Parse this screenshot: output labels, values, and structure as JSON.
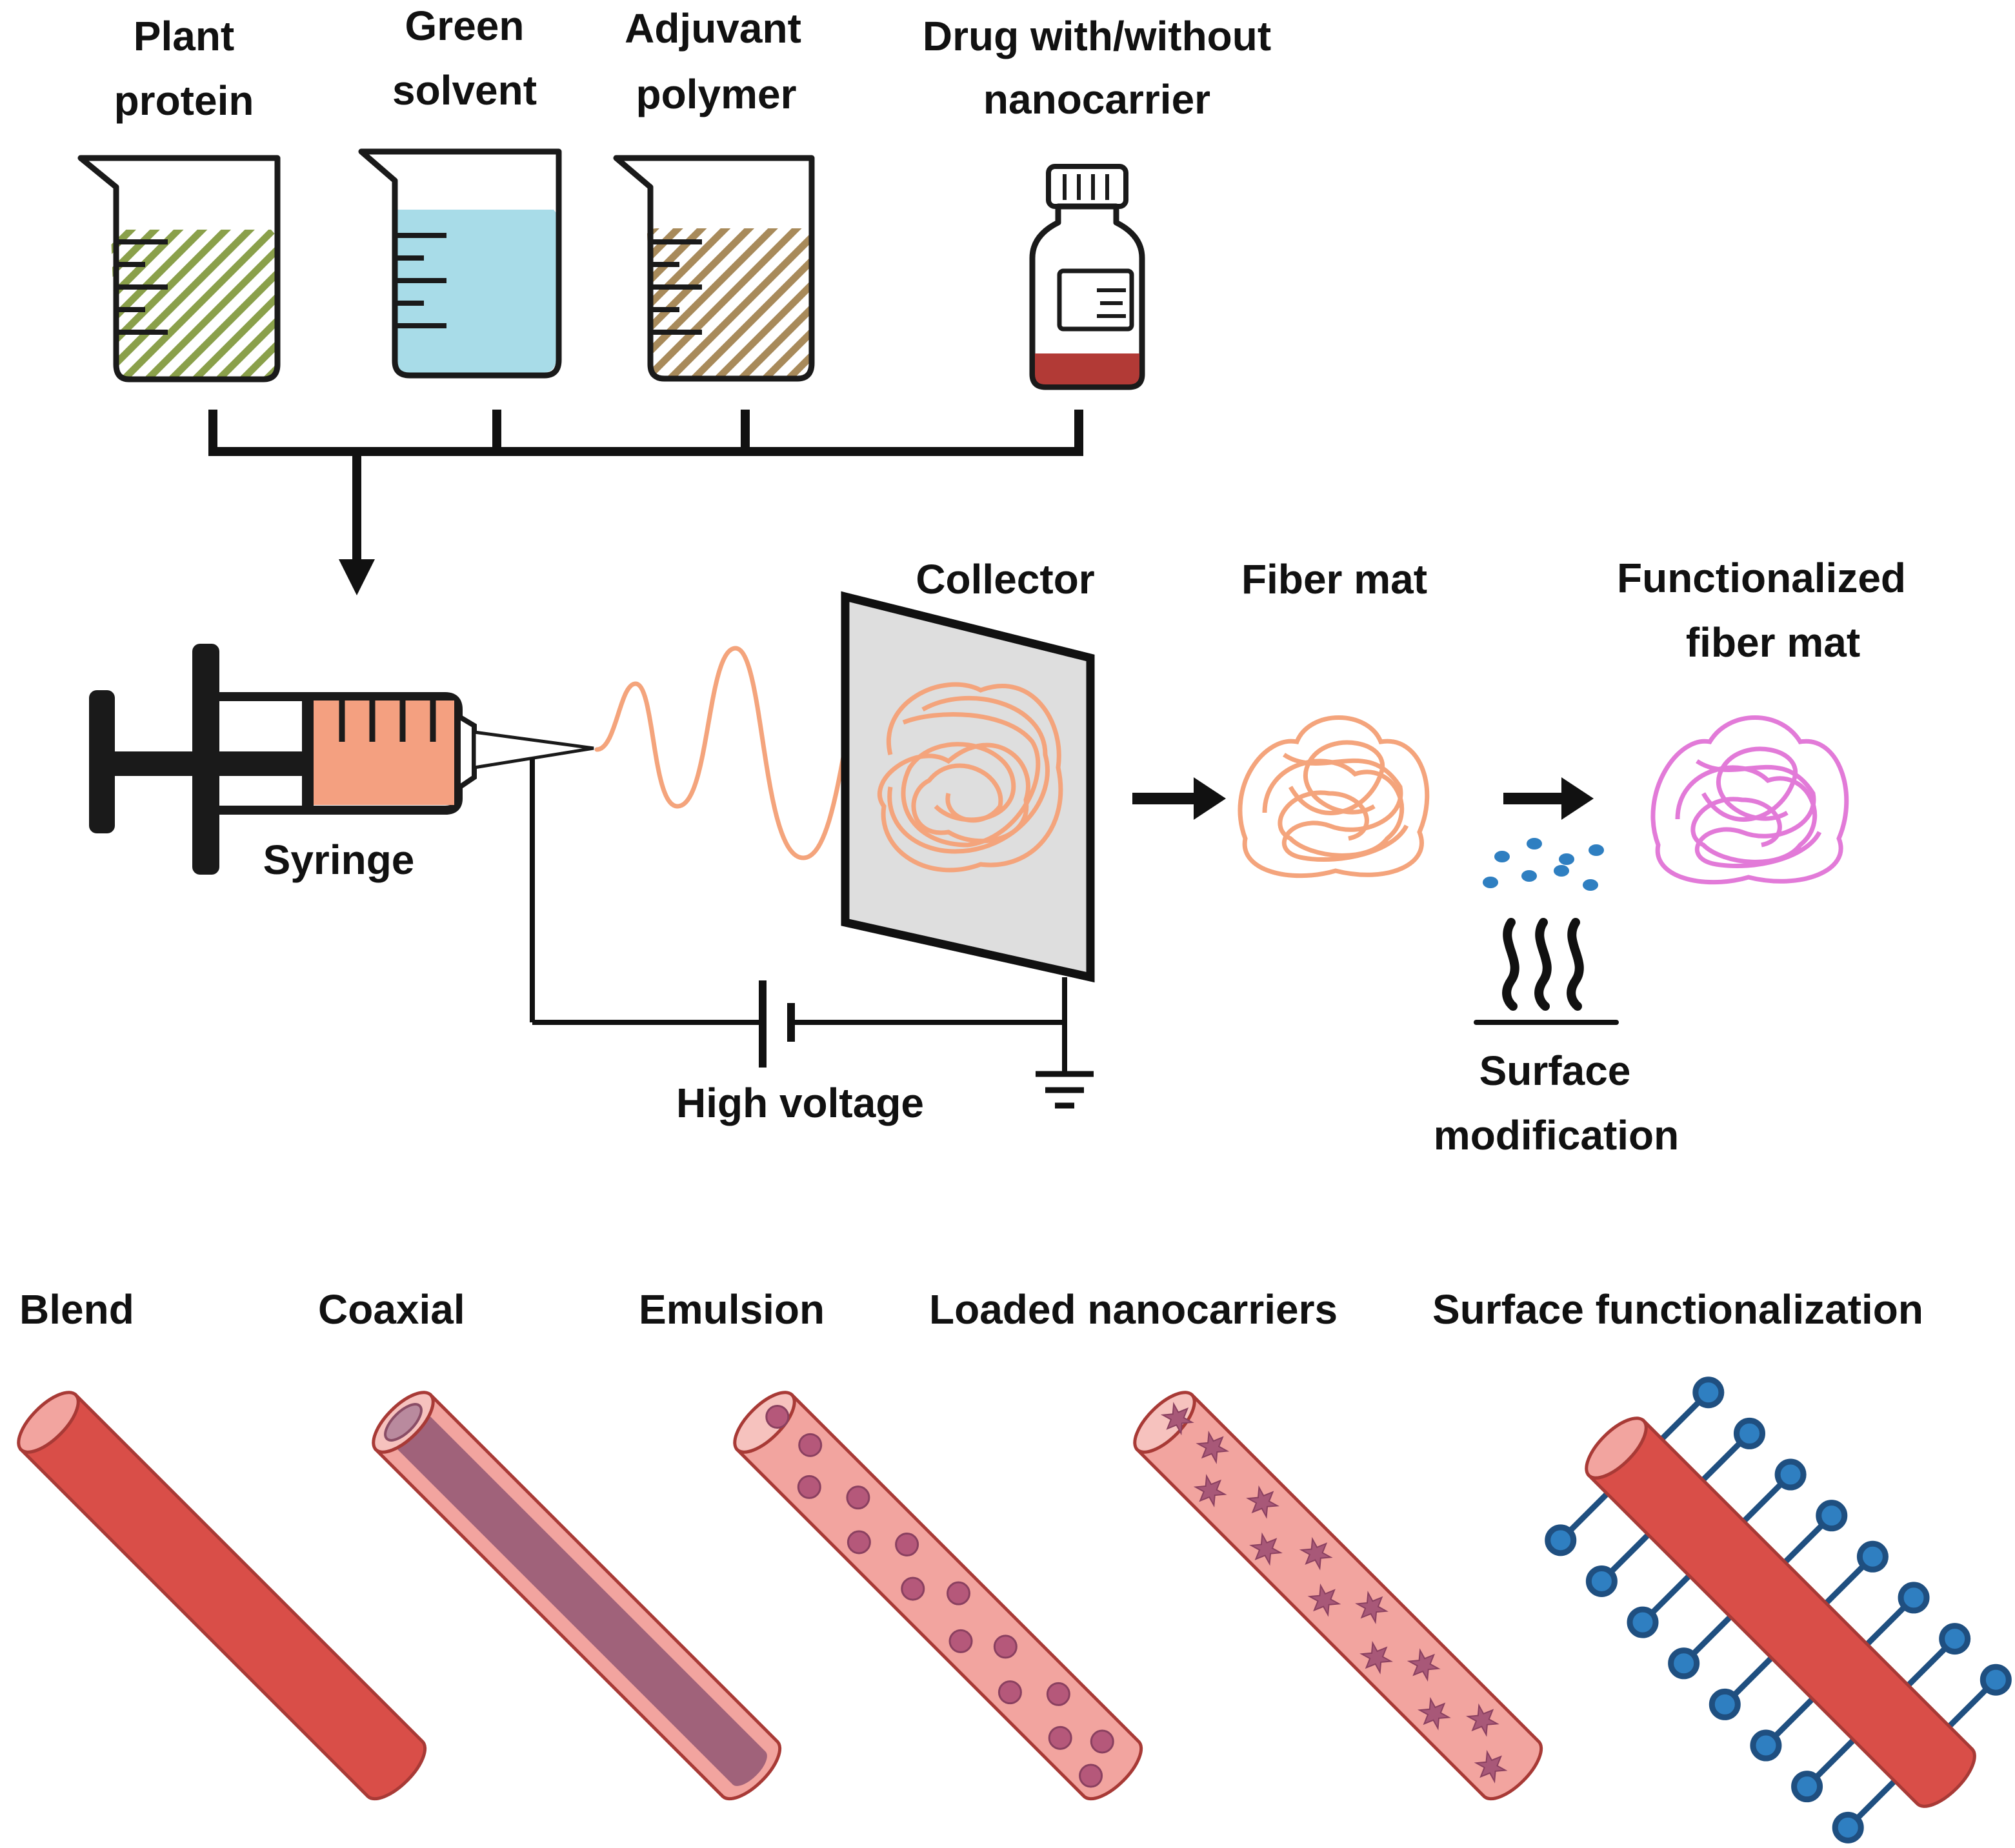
{
  "ingredients": [
    {
      "line1": "Plant",
      "line2": "protein",
      "icon": "beaker-hatched-green-icon"
    },
    {
      "line1": "Green",
      "line2": "solvent",
      "icon": "beaker-blue-liquid-icon"
    },
    {
      "line1": "Adjuvant",
      "line2": "polymer",
      "icon": "beaker-hatched-brown-icon"
    },
    {
      "line1": "Drug with/without",
      "line2": "nanocarrier",
      "icon": "drug-bottle-icon"
    }
  ],
  "process": {
    "syringe": "Syringe",
    "collector": "Collector",
    "high_voltage": "High voltage",
    "fiber_mat": "Fiber mat",
    "functionalized_line1": "Functionalized",
    "functionalized_line2": "fiber mat",
    "surface_mod_line1": "Surface",
    "surface_mod_line2": "modification"
  },
  "fiber_types": [
    {
      "label": "Blend",
      "icon": "solid-fiber-icon"
    },
    {
      "label": "Coaxial",
      "icon": "core-shell-fiber-icon"
    },
    {
      "label": "Emulsion",
      "icon": "dotted-fiber-icon"
    },
    {
      "label": "Loaded nanocarriers",
      "icon": "star-loaded-fiber-icon"
    },
    {
      "label": "Surface functionalization",
      "icon": "grafted-fiber-icon"
    }
  ],
  "colors": {
    "fiber_red": "#d94e48",
    "fiber_pink": "#f2a49f",
    "core_purple": "#a0627a",
    "syringe_fill": "#f4a080",
    "mat_orange": "#f4a47c",
    "mat_pink": "#e27ad8",
    "solvent_blue": "#a8dce8",
    "drug_red": "#b23a36",
    "dot_blue": "#2f7fc1",
    "protein_green": "#8aa04a",
    "polymer_brown": "#b59a68"
  }
}
